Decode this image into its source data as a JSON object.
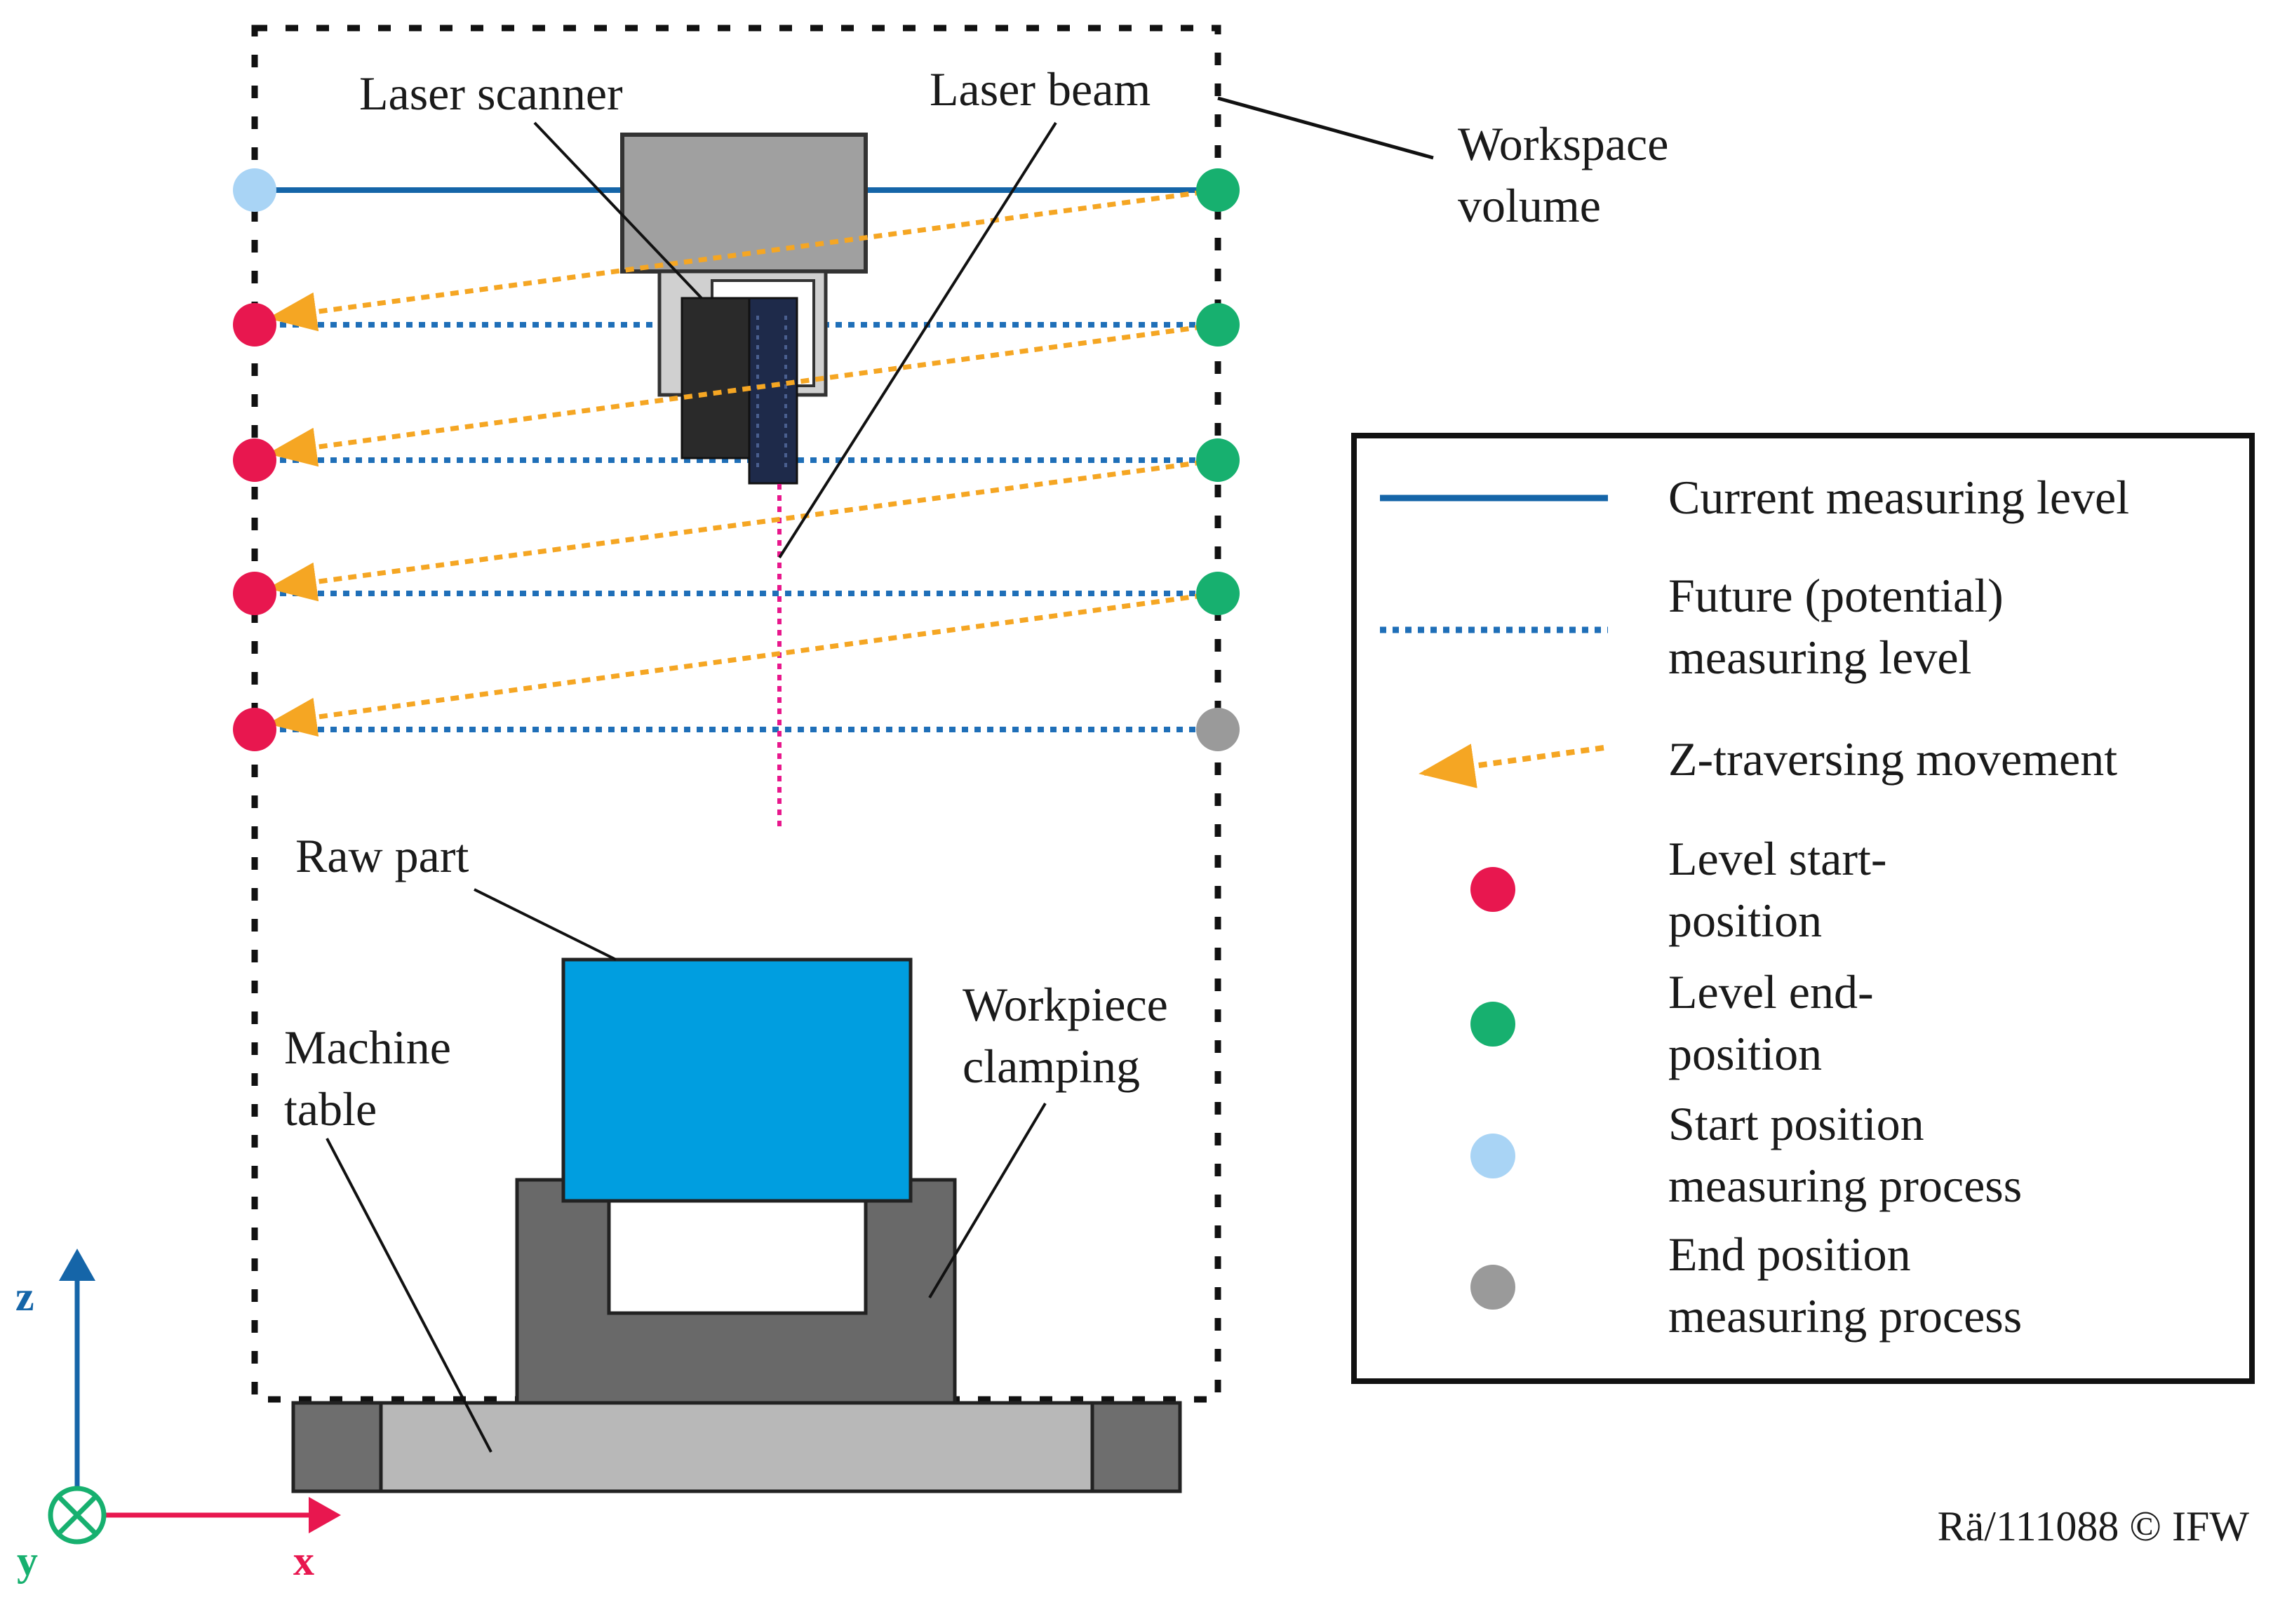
{
  "labels": {
    "laser_scanner": "Laser scanner",
    "laser_beam": "Laser beam",
    "workspace_volume_line1": "Workspace",
    "workspace_volume_line2": "volume",
    "raw_part": "Raw part",
    "machine_table_line1": "Machine",
    "machine_table_line2": "table",
    "workpiece_clamping_line1": "Workpiece",
    "workpiece_clamping_line2": "clamping"
  },
  "axes": {
    "z": "z",
    "x": "x",
    "y": "y"
  },
  "legend": {
    "current_level": "Current measuring level",
    "future_level_line1": "Future (potential)",
    "future_level_line2": "measuring level",
    "z_traverse": "Z-traversing movement",
    "level_start_line1": "Level start-",
    "level_start_line2": "position",
    "level_end_line1": "Level end-",
    "level_end_line2": "position",
    "start_process_line1": "Start position",
    "start_process_line2": "measuring process",
    "end_process_line1": "End position",
    "end_process_line2": "measuring process"
  },
  "copyright": "Rä/111088 © IFW",
  "colors": {
    "current_level": "#1565a8",
    "future_level": "#1f6fb8",
    "traverse": "#f5a623",
    "level_start": "#e8174f",
    "level_end": "#17b06f",
    "process_start": "#a9d4f5",
    "process_end": "#9a9a9a",
    "raw_part": "#009ee0",
    "clamping": "#696969",
    "table": "#b8b8b8",
    "laser_beam": "#e8178c",
    "axis_z": "#1565a8",
    "axis_x": "#e8174f",
    "axis_y": "#17b06f"
  }
}
